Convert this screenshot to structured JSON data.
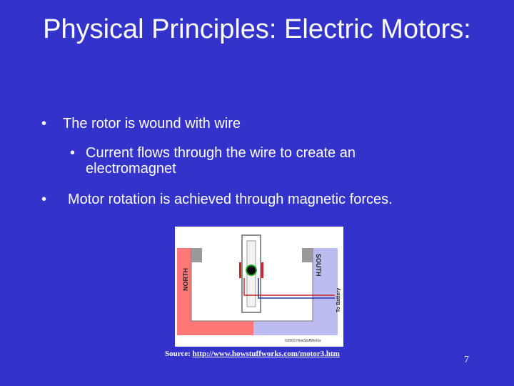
{
  "slide": {
    "title": "Physical Principles: Electric Motors:",
    "bullets": [
      {
        "marker": "•",
        "text": "The rotor is wound with wire"
      },
      {
        "marker": "•",
        "text": "Current flows through the wire to create an electromagnet"
      },
      {
        "marker": "•",
        "text": "Motor rotation is achieved through magnetic forces."
      }
    ],
    "figure": {
      "north_label": "NORTH",
      "south_label": "SOUTH",
      "battery_label": "To Battery",
      "credit": "©2003 HowStuffWorks",
      "colors": {
        "north": "#ff7777",
        "south": "#bcbcf0",
        "wire_red": "#cc2222",
        "wire_blue": "#2233aa"
      }
    },
    "source": {
      "label": "Source:",
      "url": "http://www.howstuffworks.com/motor3.htm"
    },
    "page_number": "7"
  }
}
